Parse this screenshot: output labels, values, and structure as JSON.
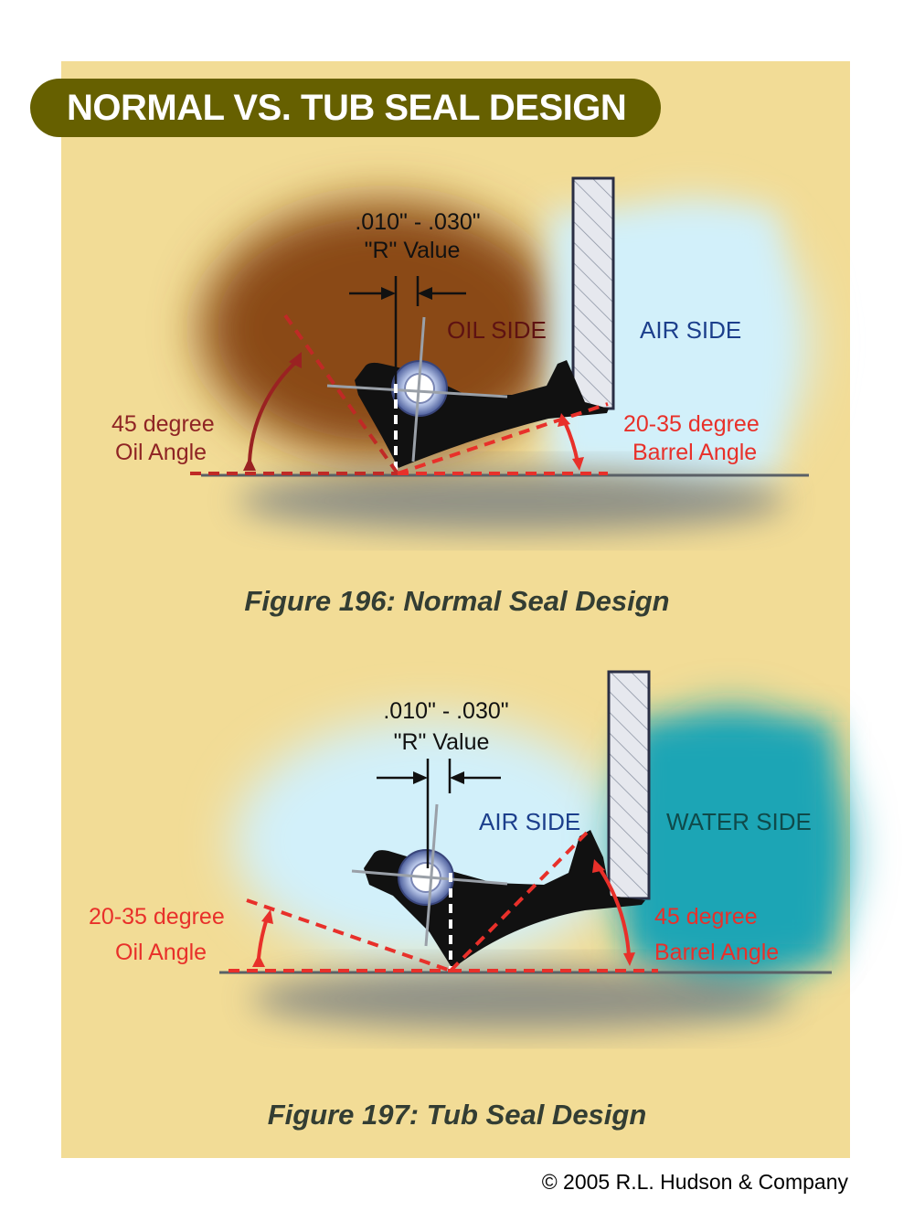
{
  "title": "NORMAL VS. TUB SEAL DESIGN",
  "colors": {
    "panel": "#f2dc96",
    "title_pill": "#666000",
    "oil": "#8a4a14",
    "air": "#cfeef8",
    "water": "#1aa5b5",
    "red": "#e8302a",
    "dark_red": "#8f2424",
    "blue_text": "#1c3f8c",
    "dark_teal_text": "#0f4a4a",
    "seal_black": "#111111"
  },
  "figure_196": {
    "r_value_range": ".010\" - .030\"",
    "r_value_label": "\"R\" Value",
    "left_side_label": "OIL SIDE",
    "right_side_label": "AIR SIDE",
    "oil_angle_line1": "45 degree",
    "oil_angle_line2": "Oil Angle",
    "barrel_angle_line1": "20-35 degree",
    "barrel_angle_line2": "Barrel Angle",
    "caption": "Figure 196: Normal Seal Design"
  },
  "figure_197": {
    "r_value_range": ".010\" - .030\"",
    "r_value_label": "\"R\" Value",
    "left_side_label": "AIR SIDE",
    "right_side_label": "WATER SIDE",
    "oil_angle_line1": "20-35 degree",
    "oil_angle_line2": "Oil Angle",
    "barrel_angle_line1": "45 degree",
    "barrel_angle_line2": "Barrel Angle",
    "caption": "Figure 197: Tub Seal Design"
  },
  "copyright": "© 2005 R.L. Hudson & Company"
}
